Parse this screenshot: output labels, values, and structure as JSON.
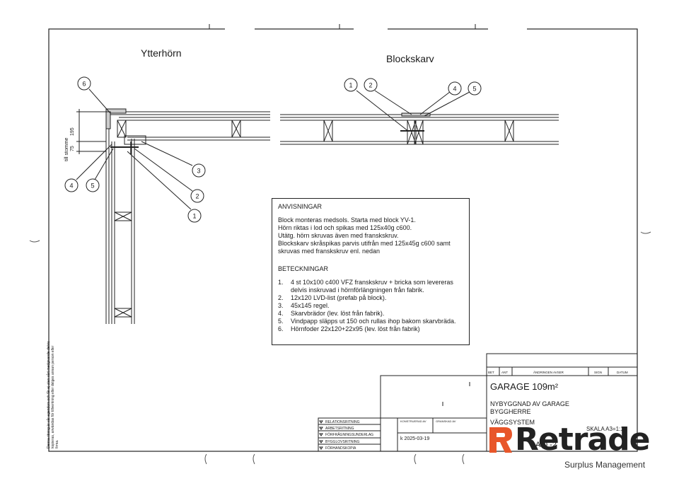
{
  "drawing": {
    "left_title": "Ytterhörn",
    "right_title": "Blockskarv",
    "dim_195": "195",
    "dim_75": "75",
    "dim_stomme": "till stomme",
    "callouts_left": [
      "6",
      "3",
      "2",
      "1",
      "4",
      "5"
    ],
    "callouts_right": [
      "1",
      "2",
      "4",
      "5"
    ]
  },
  "notes": {
    "heading1": "ANVISNINGAR",
    "lines": [
      "Block monteras medsols. Starta med block YV-1.",
      "Hörn riktas i lod och spikas med 125x40g c600.",
      "Utätg. hörn skruvas även med franskskruv.",
      "Blockskarv skråspikas parvis utifrån med 125x45g c600 samt",
      "skruvas med franskskruv enl. nedan"
    ],
    "heading2": "BETECKNINGAR",
    "items": [
      {
        "num": "1.",
        "text": "4 st 10x100 c400 VFZ franskskruv + bricka som levereras delvis inskruvad i hörnförlängningen från fabrik."
      },
      {
        "num": "2.",
        "text": "12x120 LVD-list (prefab på block)."
      },
      {
        "num": "3.",
        "text": "45x145 regel."
      },
      {
        "num": "4.",
        "text": "Skarvbrädor (lev. löst från fabrik)."
      },
      {
        "num": "5.",
        "text": "Vindpapp släpps ut 150 och rullas ihop bakom skarvbräda."
      },
      {
        "num": "6.",
        "text": "Hörnfoder 22x120+22x95 (lev. löst från fabrik)"
      }
    ]
  },
  "side_note": "Denna ritning är vår egendom och får ej utan vårt medgivande delvis kopieras, användas för tillverkning eller delges annan person eller firma.",
  "title_block": {
    "rev_headers": [
      "BET",
      "ANT",
      "ÄNDRINGEN AVSER",
      "SIGN",
      "DATUM"
    ],
    "title": "GARAGE 109m²",
    "line1": "NYBYGGNAD AV GARAGE",
    "line2": "BYGGHERRE",
    "line3": "VÄGGSYSTEM",
    "scale": "SKALA A3=1:10",
    "drawing_no": "A-0 -2",
    "date": "k 2025-03-19",
    "sign_headers": [
      "KONSTRUERAD AV",
      "GRANSKAD AV"
    ],
    "stages": [
      "RELATIONSRITNING",
      "ARBETSRITNING",
      "FÖRFRÅGNINGSUNDERLAG",
      "BYGGLOVSRITNING",
      "FÖRHANDSKOPIA"
    ]
  },
  "logo": {
    "word": "Retrade",
    "sub": "Surplus Management",
    "accent": "#e8562a"
  }
}
